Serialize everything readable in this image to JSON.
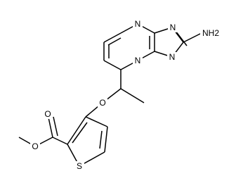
{
  "labels": {
    "n_pyrimidine_top": "N",
    "n_triazole_top": "N",
    "amine": "NH2",
    "n_triazole_right": "N",
    "n_bridge": "N",
    "o_ether": "O",
    "o_carbonyl": "O",
    "o_ester": "O",
    "s_thiophene": "S"
  },
  "colors": {
    "bond": "#000000",
    "text": "#000000",
    "background": "#ffffff"
  }
}
